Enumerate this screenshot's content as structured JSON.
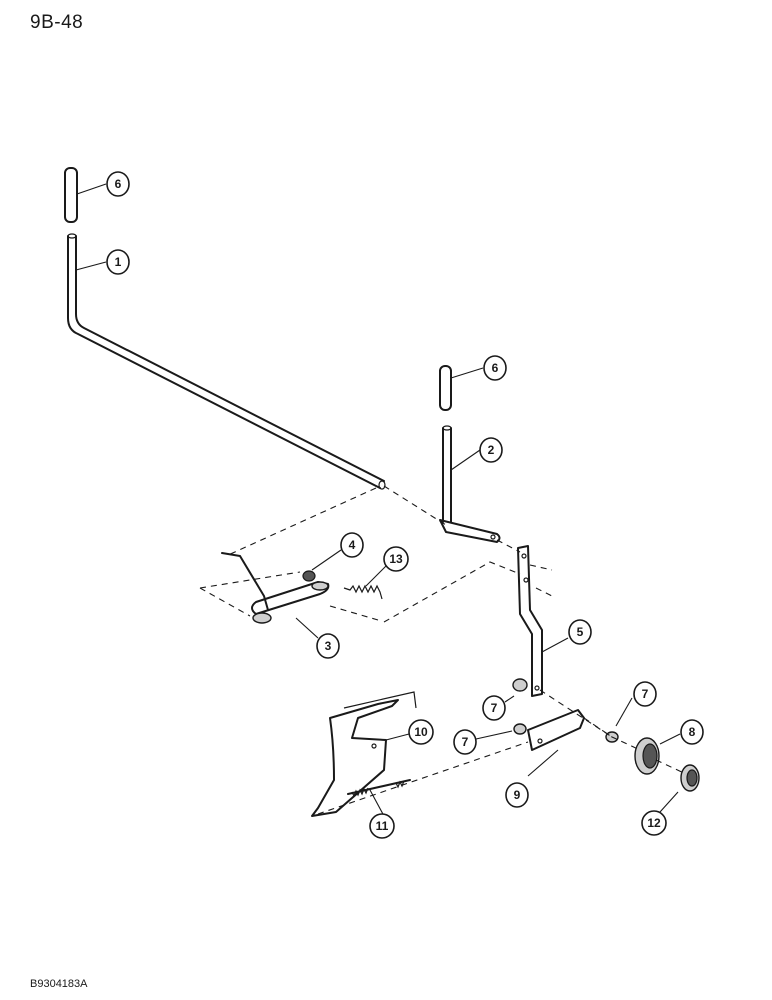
{
  "page_number": "9B-48",
  "figure_code": "B9304183A",
  "callouts": [
    "6",
    "1",
    "6",
    "2",
    "4",
    "13",
    "3",
    "5",
    "7",
    "7",
    "10",
    "7",
    "8",
    "9",
    "12",
    "11"
  ]
}
